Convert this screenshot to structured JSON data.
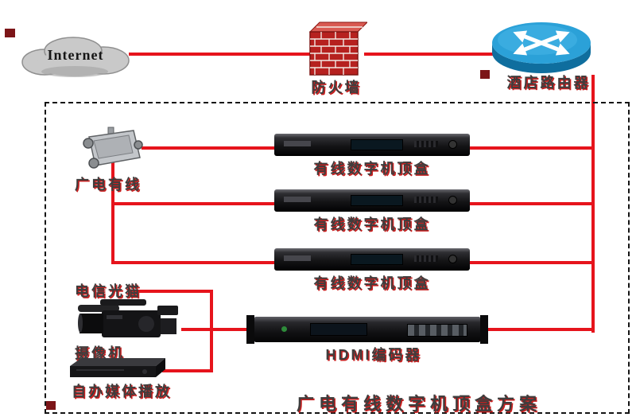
{
  "colors": {
    "line_red": "#e6141c",
    "marker_red": "#7c1518"
  },
  "internet": {
    "label": "Internet"
  },
  "firewall": {
    "label": "防火墙"
  },
  "router": {
    "label": "酒店路由器"
  },
  "solution": {
    "cable_source": {
      "label": "广电有线"
    },
    "stb": {
      "labels": [
        "有线数字机顶盒",
        "有线数字机顶盒",
        "有线数字机顶盒"
      ]
    },
    "modem": {
      "label": "电信光猫"
    },
    "camera": {
      "label": "摄像机"
    },
    "media_player": {
      "label": "自办媒体播放"
    },
    "encoder": {
      "label": "HDMI编码器"
    },
    "title": "广电有线数字机顶盒方案"
  }
}
